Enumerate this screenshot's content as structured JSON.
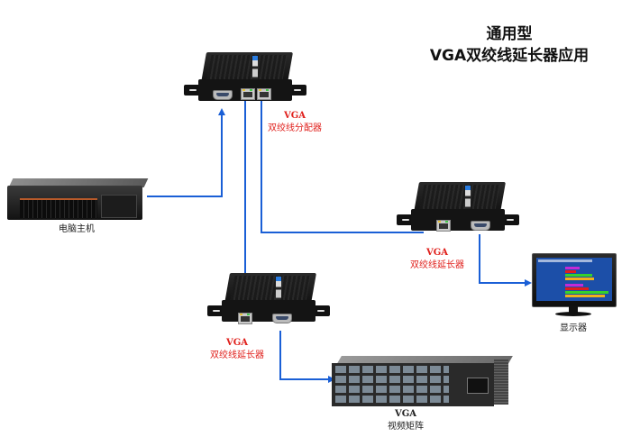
{
  "title": {
    "line1": "通用型",
    "line2": "VGA双绞线延长器应用"
  },
  "devices": {
    "splitter": {
      "label_line1": "VGA",
      "label_line2": "双绞线分配器"
    },
    "extender_right": {
      "label_line1": "VGA",
      "label_line2": "双绞线延长器"
    },
    "extender_bottom": {
      "label_line1": "VGA",
      "label_line2": "双绞线延长器"
    },
    "computer": {
      "label": "电脑主机"
    },
    "monitor": {
      "label": "显示器"
    },
    "matrix": {
      "label_line1": "VGA",
      "label_line2": "视频矩阵"
    }
  },
  "colors": {
    "wire": "#1a5fd6",
    "label_red": "#e0201c"
  }
}
